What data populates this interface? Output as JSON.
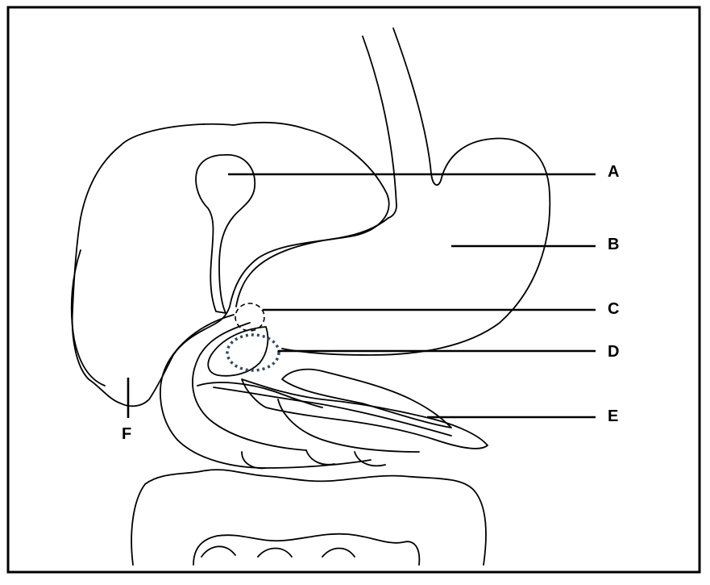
{
  "labels": {
    "a": "A",
    "b": "B",
    "c": "C",
    "d": "D",
    "e": "E",
    "f": "F"
  },
  "colors": {
    "line": "#000000",
    "highlight": "#2f4a63"
  }
}
